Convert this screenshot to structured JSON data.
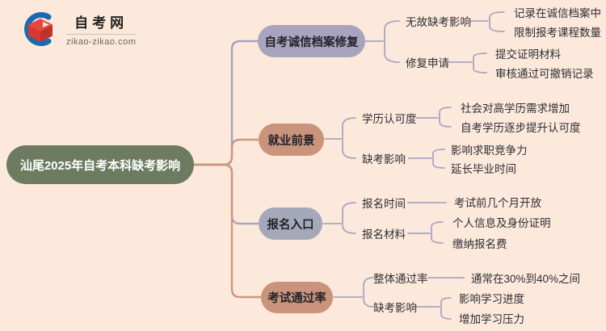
{
  "page": {
    "background": "#fce9db"
  },
  "logo": {
    "site_name": "自考网",
    "site_url": "zikao-zikao.com",
    "icon": "graduation-cap-with-crescent"
  },
  "colors": {
    "background": "#fce9db",
    "root_fill": "#6d7b60",
    "root_text": "#ffffff",
    "branch1_fill": "#a8a4be",
    "branch2_fill": "#c9947b",
    "branch3_fill": "#a4a8b8",
    "branch4_fill": "#c9947b",
    "connector_purple": "#a5a1bf",
    "connector_blue_gray": "#a6a9bd",
    "connector_salmon": "#c9987e",
    "connector_sub": "#a9a6c2",
    "node_text": "#2e2e36"
  },
  "mindmap": {
    "root": {
      "label": "汕尾2025年自考本科缺考影响"
    },
    "branches": [
      {
        "label": "自考诚信档案修复",
        "subs": [
          {
            "label": "无故缺考影响",
            "leaves": [
              "记录在诚信档案中",
              "限制报考课程数量"
            ]
          },
          {
            "label": "修复申请",
            "leaves": [
              "提交证明材料",
              "审核通过可撤销记录"
            ]
          }
        ]
      },
      {
        "label": "就业前景",
        "subs": [
          {
            "label": "学历认可度",
            "leaves": [
              "社会对高学历需求增加",
              "自考学历逐步提升认可度"
            ]
          },
          {
            "label": "缺考影响",
            "leaves": [
              "影响求职竞争力",
              "延长毕业时间"
            ]
          }
        ]
      },
      {
        "label": "报名入口",
        "subs": [
          {
            "label": "报名时间",
            "leaves": [
              "考试前几个月开放"
            ]
          },
          {
            "label": "报名材料",
            "leaves": [
              "个人信息及身份证明",
              "缴纳报名费"
            ]
          }
        ]
      },
      {
        "label": "考试通过率",
        "subs": [
          {
            "label": "整体通过率",
            "leaves": [
              "通常在30%到40%之间"
            ]
          },
          {
            "label": "缺考影响",
            "leaves": [
              "影响学习进度",
              "增加学习压力"
            ]
          }
        ]
      }
    ]
  }
}
